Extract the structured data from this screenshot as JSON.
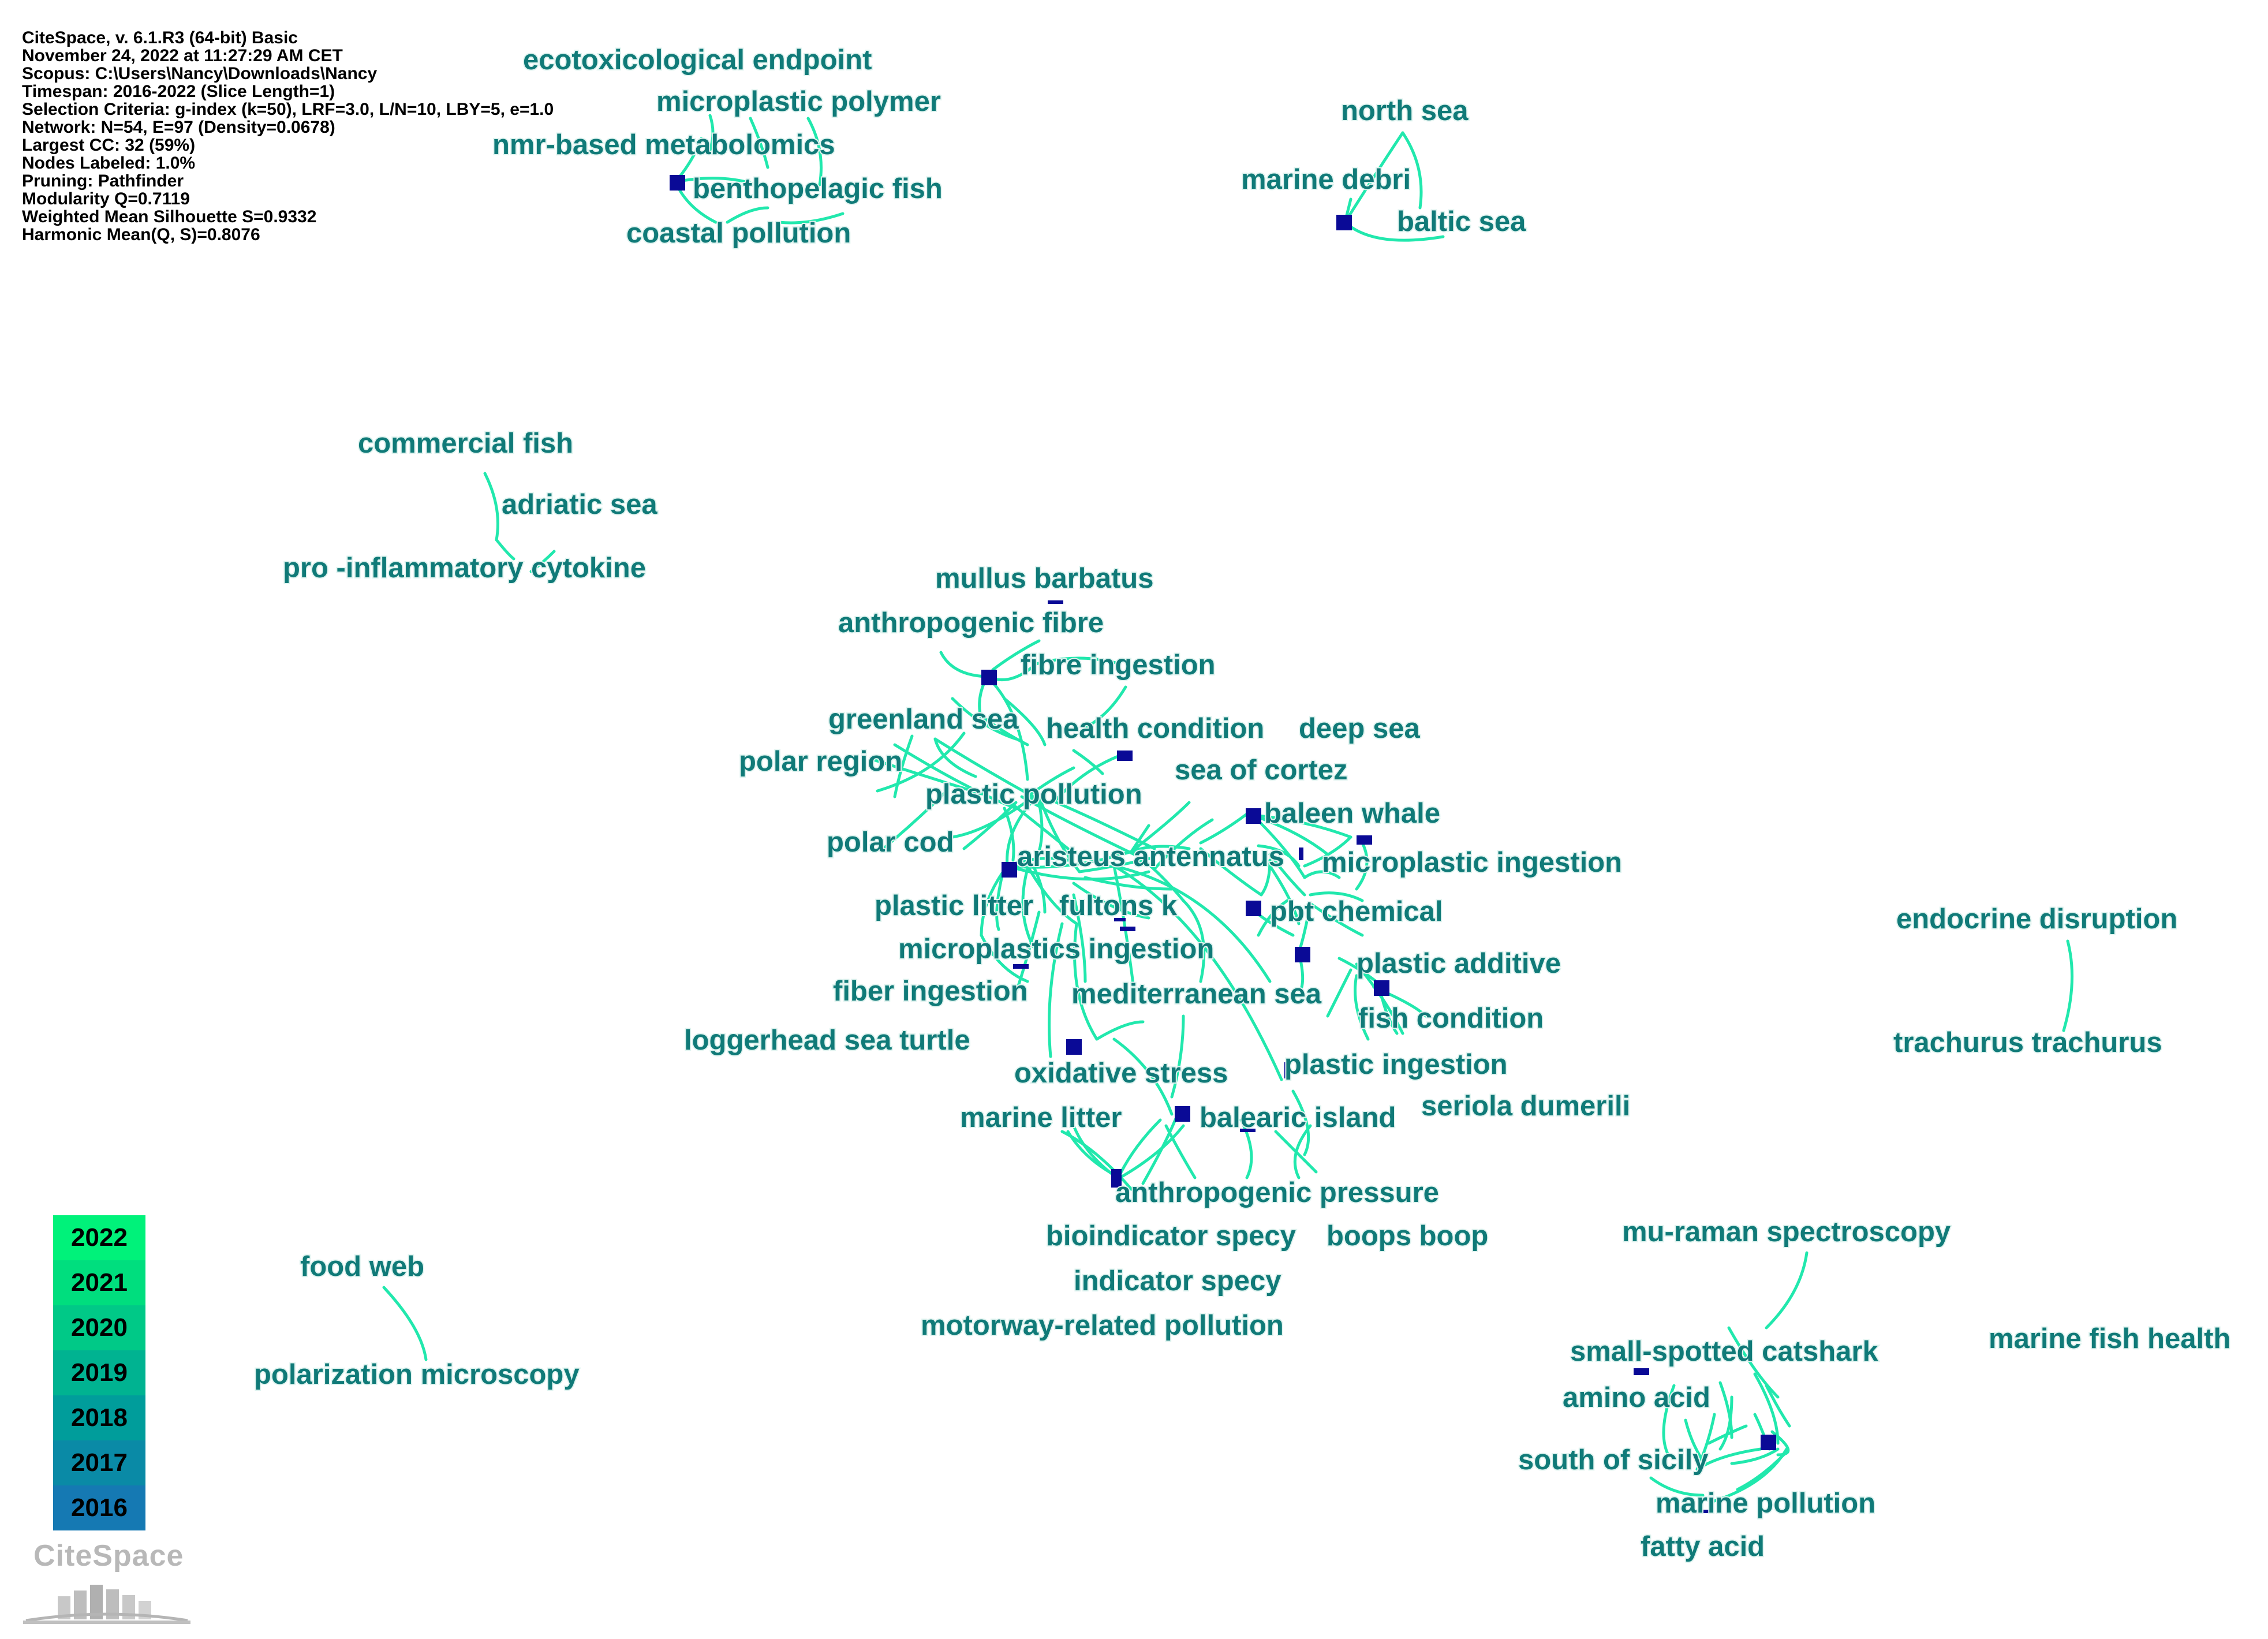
{
  "info_lines": [
    "CiteSpace, v. 6.1.R3 (64-bit) Basic",
    "November 24, 2022 at 11:27:29 AM CET",
    "Scopus: C:\\Users\\Nancy\\Downloads\\Nancy",
    "Timespan: 2016-2022 (Slice Length=1)",
    "Selection Criteria: g-index (k=50), LRF=3.0, L/N=10, LBY=5, e=1.0",
    "Network: N=54, E=97 (Density=0.0678)",
    "Largest CC: 32 (59%)",
    "Nodes Labeled: 1.0%",
    "Pruning: Pathfinder",
    "Modularity Q=0.7119",
    "Weighted Mean Silhouette S=0.9332",
    "Harmonic Mean(Q, S)=0.8076"
  ],
  "legend": {
    "years": [
      "2022",
      "2021",
      "2020",
      "2019",
      "2018",
      "2017",
      "2016"
    ],
    "colors": [
      "#00f27a",
      "#00de7e",
      "#00c987",
      "#00b391",
      "#009d9b",
      "#0a8aa6",
      "#1579b3"
    ]
  },
  "logo_text": "CiteSpace",
  "colors": {
    "label": "#107a78",
    "edge": "#21e8ad",
    "node": "#0a0a96"
  },
  "labels": {
    "ecotoxicological_endpoint": "ecotoxicological endpoint",
    "microplastic_polymer": "microplastic polymer",
    "nmr_based_metabolomics": "nmr-based metabolomics",
    "benthopelagic_fish": "benthopelagic fish",
    "coastal_pollution": "coastal pollution",
    "north_sea": "north sea",
    "marine_debri": "marine debri",
    "baltic_sea": "baltic sea",
    "commercial_fish": "commercial fish",
    "adriatic_sea": "adriatic sea",
    "pro_inflammatory_cytokine": "pro -inflammatory cytokine",
    "mullus_barbatus": "mullus barbatus",
    "anthropogenic_fibre": "anthropogenic fibre",
    "fibre_ingestion": "fibre ingestion",
    "greenland_sea": "greenland sea",
    "health_condition": "health condition",
    "deep_sea": "deep sea",
    "polar_region": "polar region",
    "sea_of_cortez": "sea of cortez",
    "plastic_pollution": "plastic pollution",
    "baleen_whale": "baleen whale",
    "polar_cod": "polar cod",
    "aristeus_antennatus": "aristeus antennatus",
    "microplastic_ingestion": "microplastic ingestion",
    "plastic_litter": "plastic litter",
    "fultons_k": "fultons k",
    "pbt_chemical": "pbt chemical",
    "endocrine_disruption": "endocrine disruption",
    "microplastics_ingestion": "microplastics ingestion",
    "plastic_additive": "plastic additive",
    "fiber_ingestion": "fiber ingestion",
    "mediterranean_sea": "mediterranean sea",
    "fish_condition": "fish condition",
    "trachurus_trachurus": "trachurus trachurus",
    "loggerhead_sea_turtle": "loggerhead sea turtle",
    "plastic_ingestion": "plastic ingestion",
    "oxidative_stress": "oxidative stress",
    "seriola_dumerili": "seriola dumerili",
    "marine_litter": "marine litter",
    "balearic_island": "balearic island",
    "anthropogenic_pressure": "anthropogenic pressure",
    "bioindicator_specy": "bioindicator specy",
    "boops_boop": "boops boop",
    "mu_raman_spectroscopy": "mu-raman spectroscopy",
    "food_web": "food web",
    "indicator_specy": "indicator specy",
    "motorway_related_pollution": "motorway-related pollution",
    "small_spotted_catshark": "small-spotted catshark",
    "marine_fish_health": "marine fish health",
    "polarization_microscopy": "polarization microscopy",
    "amino_acid": "amino acid",
    "south_of_sicily": "south of sicily",
    "marine_pollution": "marine pollution",
    "fatty_acid": "fatty acid"
  }
}
